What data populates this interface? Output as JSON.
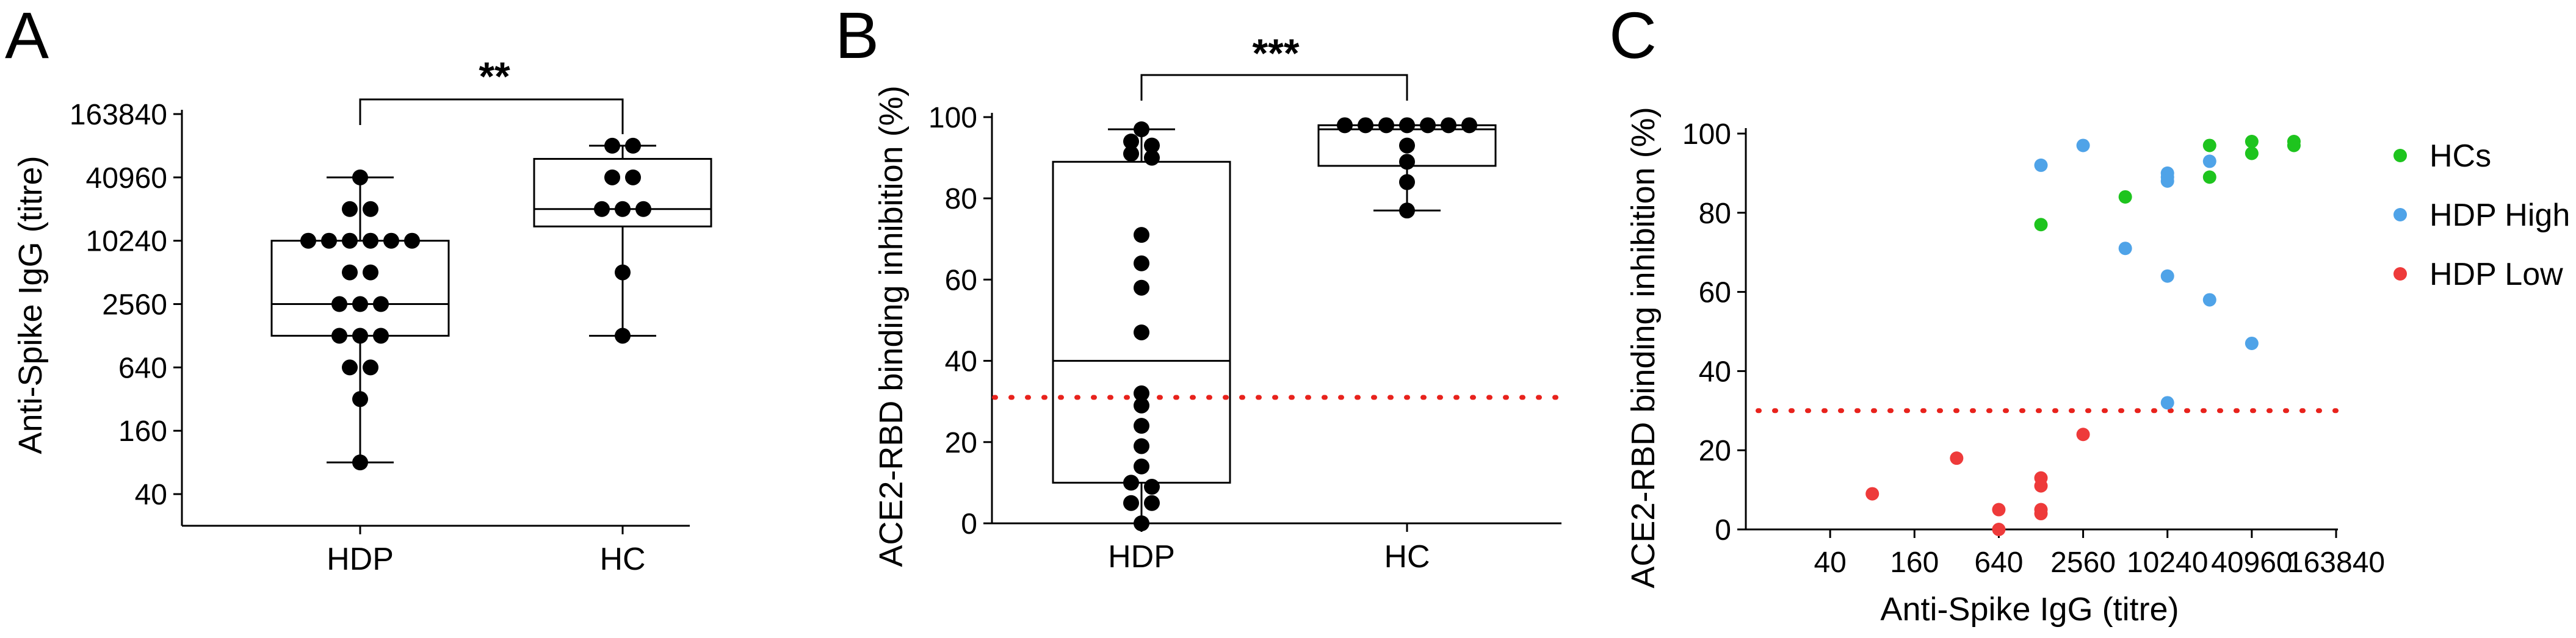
{
  "chart_data": [
    {
      "type": "box",
      "panel_label": "A",
      "ylabel": "Anti-Spike IgG (titre)",
      "xlabel": "",
      "y_scale": "log2",
      "ylim": [
        20,
        163840
      ],
      "y_ticks": [
        40,
        160,
        640,
        2560,
        10240,
        40960,
        163840
      ],
      "y_tick_labels": [
        "40",
        "160",
        "640",
        "2560",
        "10240",
        "40960",
        "163840"
      ],
      "categories": [
        "HDP",
        "HC"
      ],
      "significance": "**",
      "series": [
        {
          "name": "HDP",
          "box": {
            "min": 80,
            "q1": 1280,
            "median": 2560,
            "q3": 10240,
            "max": 40960
          },
          "points": [
            40960,
            20480,
            20480,
            10240,
            10240,
            10240,
            10240,
            10240,
            10240,
            5120,
            5120,
            2560,
            2560,
            2560,
            1280,
            1280,
            1280,
            640,
            640,
            320,
            80
          ]
        },
        {
          "name": "HC",
          "box": {
            "min": 1280,
            "q1": 14000,
            "median": 20480,
            "q3": 61440,
            "max": 81920
          },
          "points": [
            81920,
            81920,
            40960,
            40960,
            20480,
            20480,
            20480,
            5120,
            1280
          ]
        }
      ]
    },
    {
      "type": "box",
      "panel_label": "B",
      "ylabel": "ACE2-RBD binding inhibition (%)",
      "xlabel": "",
      "ylim": [
        0,
        100
      ],
      "y_ticks": [
        0,
        20,
        40,
        60,
        80,
        100
      ],
      "y_tick_labels": [
        "0",
        "20",
        "40",
        "60",
        "80",
        "100"
      ],
      "categories": [
        "HDP",
        "HC"
      ],
      "significance": "***",
      "threshold": 31,
      "threshold_color": "#e8221c",
      "series": [
        {
          "name": "HDP",
          "box": {
            "min": 0,
            "q1": 10,
            "median": 40,
            "q3": 89,
            "max": 97
          },
          "points": [
            97,
            94,
            93,
            91,
            90,
            71,
            64,
            58,
            47,
            32,
            29,
            24,
            19,
            14,
            10,
            9,
            5,
            5,
            0
          ]
        },
        {
          "name": "HC",
          "box": {
            "min": 77,
            "q1": 88,
            "median": 97,
            "q3": 98,
            "max": 98
          },
          "points": [
            98,
            98,
            98,
            98,
            98,
            98,
            98,
            93,
            89,
            84,
            77
          ]
        }
      ]
    },
    {
      "type": "scatter",
      "panel_label": "C",
      "xlabel": "Anti-Spike IgG (titre)",
      "ylabel": "ACE2-RBD binding inhibition (%)",
      "x_scale": "log2",
      "xlim": [
        10,
        163840
      ],
      "ylim": [
        0,
        100
      ],
      "x_ticks": [
        40,
        160,
        640,
        2560,
        10240,
        40960,
        163840
      ],
      "x_tick_labels": [
        "40",
        "160",
        "640",
        "2560",
        "10240",
        "40960",
        "163840"
      ],
      "y_ticks": [
        0,
        20,
        40,
        60,
        80,
        100
      ],
      "y_tick_labels": [
        "0",
        "20",
        "40",
        "60",
        "80",
        "100"
      ],
      "threshold": 30,
      "threshold_color": "#e8221c",
      "legend_position": "right",
      "series": [
        {
          "name": "HCs",
          "color": "#1ec41e",
          "points": [
            [
              1280,
              77
            ],
            [
              5120,
              84
            ],
            [
              20480,
              97
            ],
            [
              20480,
              89
            ],
            [
              40960,
              98
            ],
            [
              40960,
              95
            ],
            [
              81920,
              98
            ],
            [
              81920,
              97
            ]
          ]
        },
        {
          "name": "HDP High",
          "color": "#4fa3e8",
          "points": [
            [
              1280,
              92
            ],
            [
              2560,
              97
            ],
            [
              5120,
              71
            ],
            [
              10240,
              90
            ],
            [
              10240,
              89
            ],
            [
              10240,
              88
            ],
            [
              10240,
              64
            ],
            [
              10240,
              32
            ],
            [
              20480,
              93
            ],
            [
              20480,
              58
            ],
            [
              40960,
              47
            ]
          ]
        },
        {
          "name": "HDP Low",
          "color": "#ee3a3a",
          "points": [
            [
              80,
              9
            ],
            [
              320,
              18
            ],
            [
              640,
              5
            ],
            [
              640,
              0
            ],
            [
              1280,
              13
            ],
            [
              1280,
              11
            ],
            [
              1280,
              5
            ],
            [
              1280,
              4
            ],
            [
              2560,
              24
            ]
          ]
        }
      ]
    }
  ]
}
